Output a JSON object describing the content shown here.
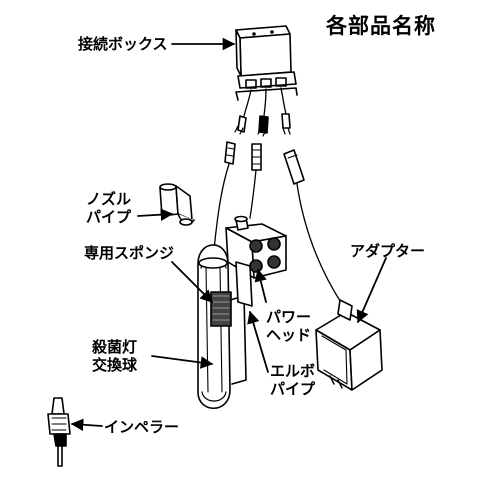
{
  "title": "各部品名称",
  "labels": {
    "junction_box": "接続ボックス",
    "nozzle_pipe_1": "ノズル",
    "nozzle_pipe_2": "パイプ",
    "sponge": "専用スポンジ",
    "uv_lamp_1": "殺菌灯",
    "uv_lamp_2": "交換球",
    "impeller": "インペラー",
    "adapter": "アダプター",
    "power_head_1": "パワー",
    "power_head_2": "ヘッド",
    "elbow_pipe_1": "エルボ",
    "elbow_pipe_2": "パイプ"
  }
}
